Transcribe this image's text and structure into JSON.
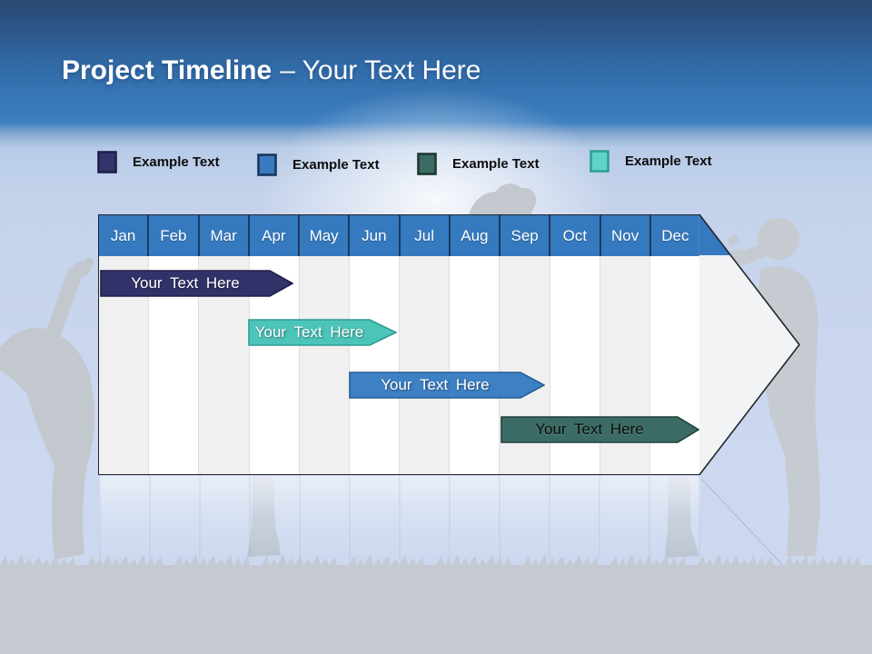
{
  "slide": {
    "title": {
      "bold": "Project Timeline",
      "rest": "– Your Text Here"
    },
    "background": {
      "top_band_blue": "#3a7bbc",
      "sky": "#c4d2eb",
      "ground": "#c4c9d2",
      "silhouette_gray": "#c3c8cf"
    }
  },
  "legend": {
    "items": [
      {
        "label": "Example Text",
        "fill": "#35356b",
        "stroke": "#1f1f4d"
      },
      {
        "label": "Example Text",
        "fill": "#3a7abf",
        "stroke": "#17375e"
      },
      {
        "label": "Example Text",
        "fill": "#3c6b63",
        "stroke": "#1e3833"
      },
      {
        "label": "Example Text",
        "fill": "#5fd3c7",
        "stroke": "#2fa095"
      }
    ]
  },
  "timeline": {
    "months": [
      "Jan",
      "Feb",
      "Mar",
      "Apr",
      "May",
      "Jun",
      "Jul",
      "Aug",
      "Sep",
      "Oct",
      "Nov",
      "Dec"
    ],
    "header_fill": "#3579be",
    "header_divider": "#1b3a63",
    "column_alt_fill": "#f0f0f1",
    "outline": "#23252b",
    "arrow_fill": "#f2f3f5",
    "bars": [
      {
        "label": "Your Text Here",
        "fill": "#32326b",
        "stroke": "#1e1e47",
        "text_color": "#ffffff",
        "start_month": "Jan",
        "end_month": "Apr"
      },
      {
        "label": "Your Text Here",
        "fill": "#4cc4b9",
        "stroke": "#2e9c92",
        "text_color": "#ffffff",
        "start_month": "Apr",
        "end_month": "May"
      },
      {
        "label": "Your Text Here",
        "fill": "#3d80c4",
        "stroke": "#275d92",
        "text_color": "#ffffff",
        "start_month": "Jun",
        "end_month": "Sep"
      },
      {
        "label": "Your Text Here",
        "fill": "#3a6b64",
        "stroke": "#20423d",
        "text_color": "#000000",
        "start_month": "Sep",
        "end_month": "Dec"
      }
    ]
  },
  "chart_data": {
    "type": "bar",
    "subtype": "gantt-timeline",
    "categories": [
      "Jan",
      "Feb",
      "Mar",
      "Apr",
      "May",
      "Jun",
      "Jul",
      "Aug",
      "Sep",
      "Oct",
      "Nov",
      "Dec"
    ],
    "bars": [
      {
        "label": "Your Text Here",
        "start": "Jan",
        "end": "Apr",
        "color": "#32326b"
      },
      {
        "label": "Your Text Here",
        "start": "Apr",
        "end": "May",
        "color": "#4cc4b9"
      },
      {
        "label": "Your Text Here",
        "start": "Jun",
        "end": "Sep",
        "color": "#3d80c4"
      },
      {
        "label": "Your Text Here",
        "start": "Sep",
        "end": "Dec",
        "color": "#3a6b64"
      }
    ],
    "title": "Project Timeline – Your Text Here",
    "legend_position": "top"
  }
}
